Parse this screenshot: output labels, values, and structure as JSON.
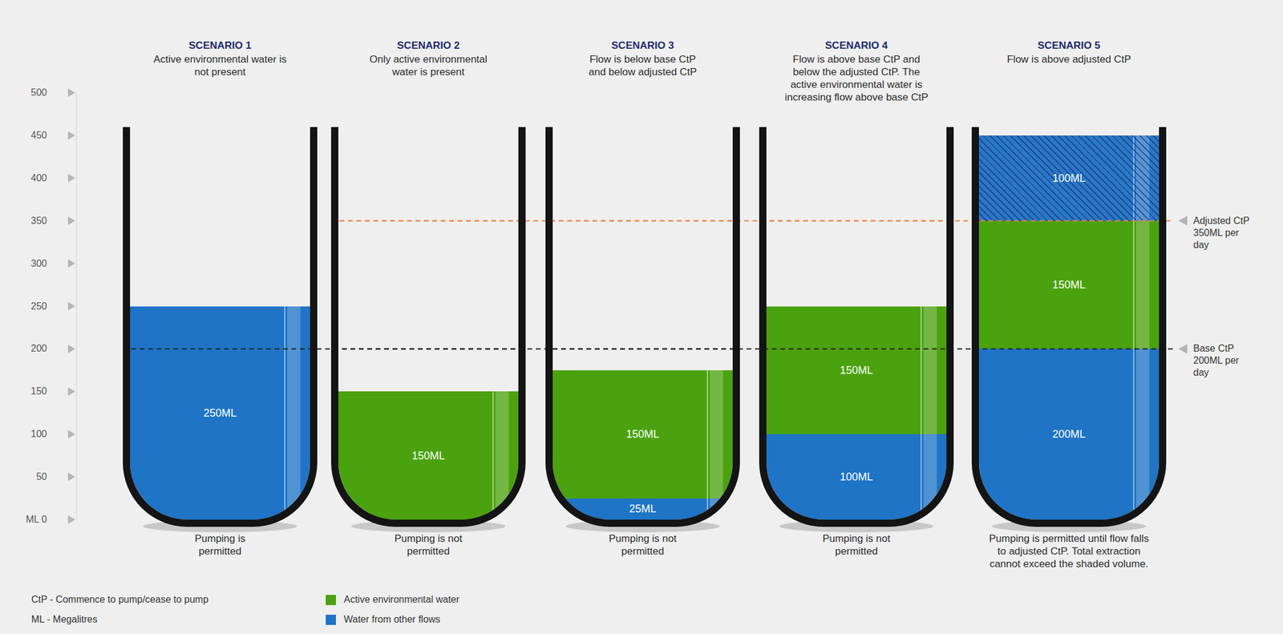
{
  "diagram": {
    "nodes": [
      {
        "text": [
          "SCENARIO 1",
          "Active environmental water is not present",
          "Pumping is permitted"
        ]
      },
      {
        "text": [
          "250ML"
        ],
        "in": 0
      },
      {
        "text": [
          "SCENARIO 2",
          "Only active environmental water is present",
          "Pumping is not permitted"
        ]
      },
      {
        "text": [
          "150ML"
        ],
        "in": 2
      },
      {
        "text": [
          "SCENARIO 3",
          "Flow is below base CtP and below adjusted CtP",
          "Pumping is not permitted"
        ]
      },
      {
        "text": [
          "150ML"
        ],
        "in": 4
      },
      {
        "text": [
          "25ML"
        ],
        "in": 4
      },
      {
        "text": [
          "SCENARIO 4",
          "Flow is above base CtP and below the adjusted CtP. The active environmental water is increasing flow above base CtP",
          "Pumping is not permitted"
        ]
      },
      {
        "text": [
          "150ML"
        ],
        "in": 7
      },
      {
        "text": [
          "100ML"
        ],
        "in": 7
      },
      {
        "text": [
          "SCENARIO 5",
          "Flow is above adjusted CtP",
          "Pumping is permitted until flow falls to adjusted CtP. Total extraction cannot exceed the shaded volume."
        ]
      },
      {
        "text": [
          "100ML"
        ],
        "in": 10
      },
      {
        "text": [
          "150ML"
        ],
        "in": 10
      },
      {
        "text": [
          "200ML"
        ],
        "in": 10
      }
    ],
    "labels": [
      "500",
      "450",
      "400",
      "350",
      "300",
      "250",
      "200",
      "150",
      "100",
      "50",
      "ML 0",
      "Adjusted CtP 350ML per day",
      "Base CtP 200ML per day",
      "CtP - Commence to pump/cease to pump",
      "ML - Megalitres"
    ],
    "legend": [
      {
        "text": "Active environmental water",
        "color": "#4ba20f"
      },
      {
        "text": "Water from other flows",
        "color": "#1f74c6"
      }
    ]
  }
}
